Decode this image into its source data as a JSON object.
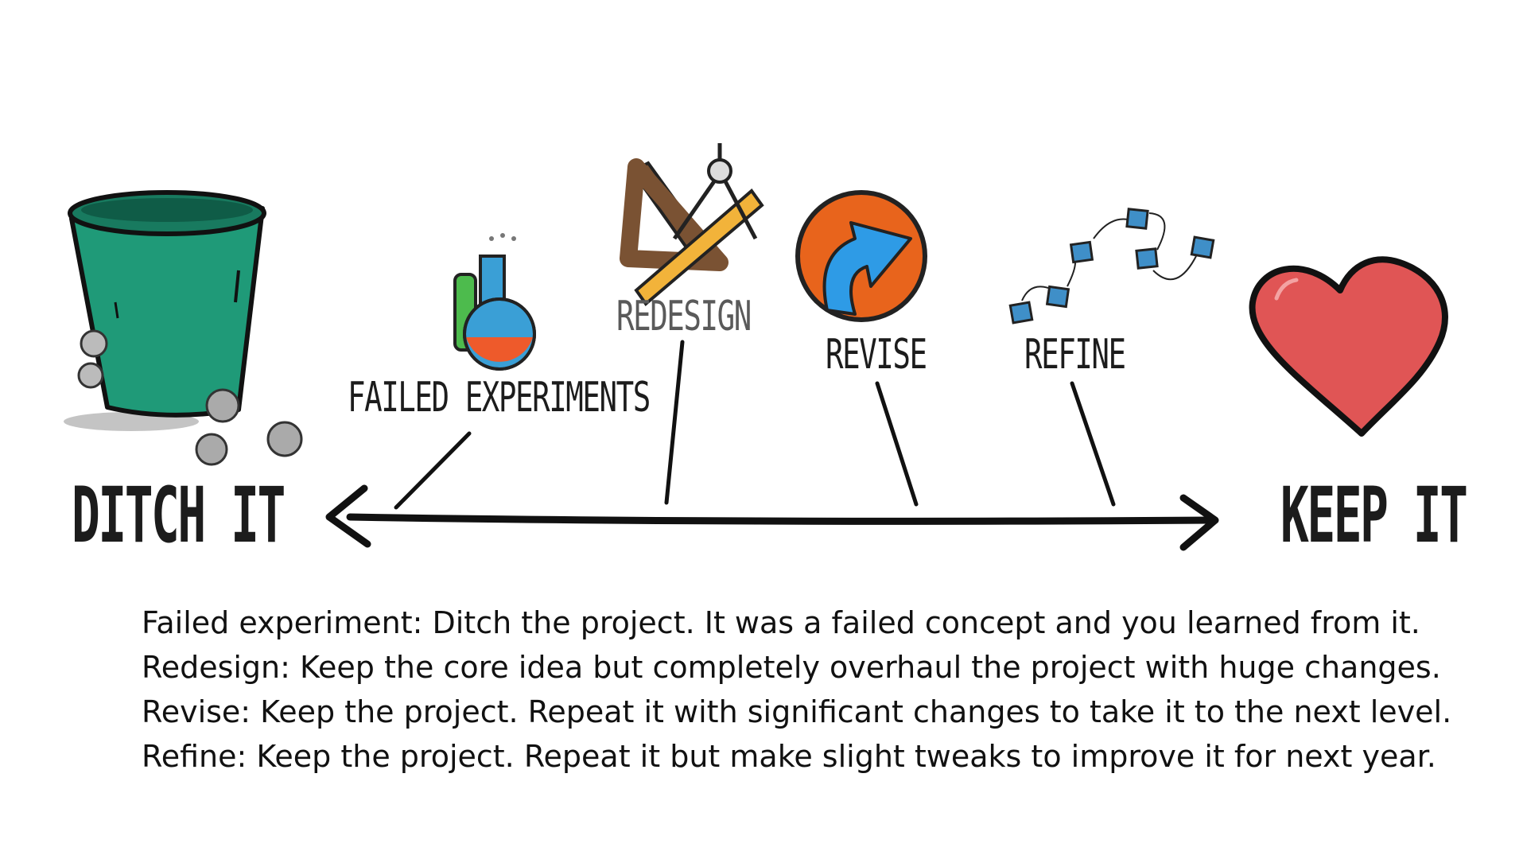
{
  "spectrum": {
    "left_label": "DITCH IT",
    "right_label": "KEEP IT"
  },
  "stages": [
    {
      "label": "FAILED EXPERIMENTS",
      "icon": "flask-icon"
    },
    {
      "label": "REDESIGN",
      "icon": "drafting-tools-icon"
    },
    {
      "label": "REVISE",
      "icon": "redo-arrow-icon"
    },
    {
      "label": "REFINE",
      "icon": "sticky-notes-icon"
    }
  ],
  "icons": {
    "left": "trash-can-icon",
    "right": "heart-icon"
  },
  "colors": {
    "trash": "#1f9a78",
    "heart": "#e05555",
    "revise_orange": "#e8641c",
    "revise_blue": "#2e9be6",
    "notes": "#3f8fc8",
    "ruler": "#f2b33a",
    "triangle": "#7a5233",
    "flask_blue": "#3a9fd6",
    "flask_orange": "#ee5a2b",
    "flask_green": "#4dbb4d"
  },
  "descriptions": [
    "Failed experiment: Ditch the project. It was a failed concept and you learned from it.",
    "Redesign: Keep the core idea but completely overhaul the project with huge changes.",
    "Revise: Keep the project. Repeat it with significant changes to take it to the next level.",
    "Refine: Keep the project. Repeat it but make slight tweaks to improve it for next year."
  ]
}
